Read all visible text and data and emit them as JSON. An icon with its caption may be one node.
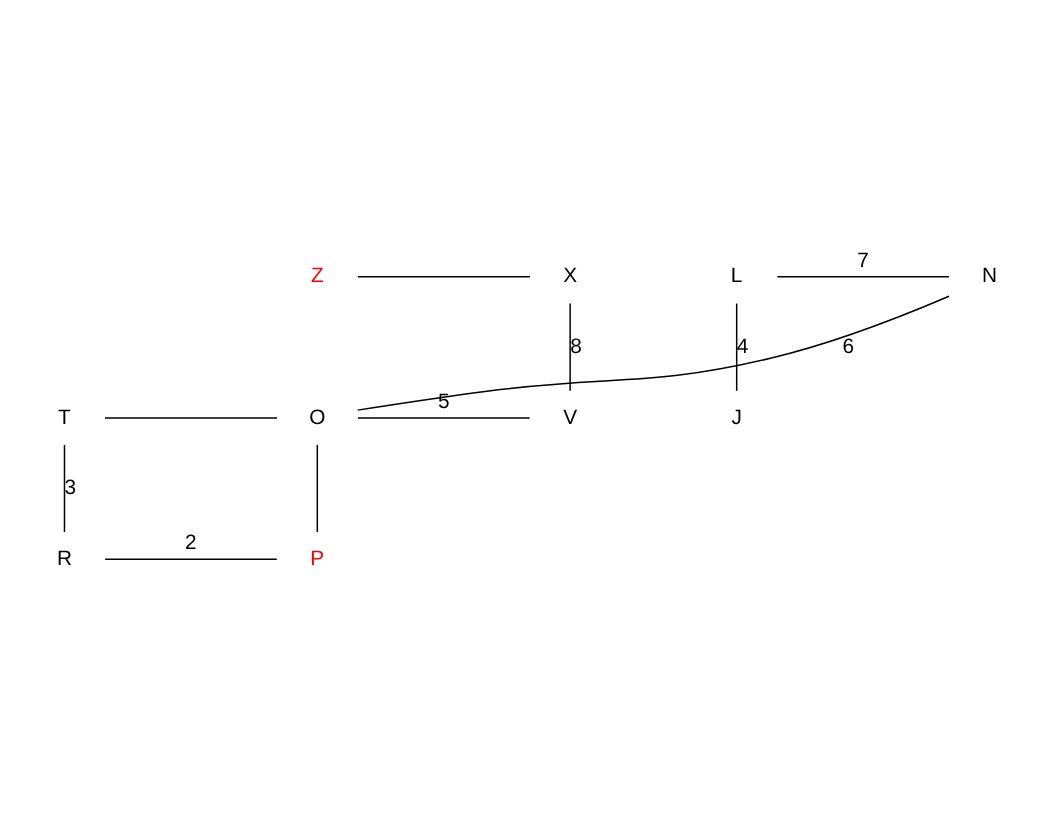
{
  "diagram": {
    "nodes": [
      {
        "text": [
          "Z"
        ]
      },
      {
        "text": [
          "X"
        ]
      },
      {
        "text": [
          "L"
        ]
      },
      {
        "text": [
          "N"
        ]
      },
      {
        "text": [
          "T"
        ]
      },
      {
        "text": [
          "V"
        ]
      },
      {
        "text": [
          "J"
        ]
      },
      {
        "text": [
          "O"
        ]
      },
      {
        "text": [
          "R"
        ]
      },
      {
        "text": [
          "P"
        ]
      }
    ],
    "edges": [
      {
        "from": 0,
        "to": 1,
        "arrow": "none"
      },
      {
        "from": 1,
        "to": 5,
        "arrow": "none",
        "label": "8"
      },
      {
        "from": 2,
        "to": 3,
        "arrow": "none",
        "label": "7"
      },
      {
        "from": 2,
        "to": 6,
        "arrow": "none",
        "label": "4"
      },
      {
        "from": 3,
        "to": 7,
        "arrow": "none",
        "label": "6"
      },
      {
        "from": 7,
        "to": 9,
        "arrow": "none"
      },
      {
        "from": 4,
        "to": 7,
        "arrow": "none"
      },
      {
        "from": 7,
        "to": 5,
        "arrow": "none",
        "label": "5"
      },
      {
        "from": 4,
        "to": 8,
        "arrow": "none",
        "label": "3"
      },
      {
        "from": 8,
        "to": 9,
        "arrow": "none",
        "label": "2"
      }
    ]
  }
}
